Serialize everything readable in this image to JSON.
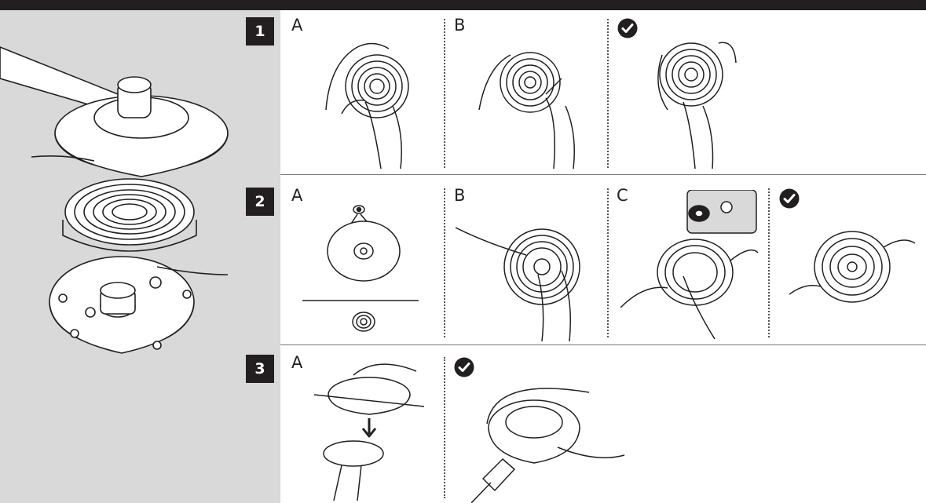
{
  "steps": [
    {
      "number": "1",
      "sub": [
        "A",
        "B"
      ]
    },
    {
      "number": "2",
      "sub": [
        "A",
        "B",
        "C"
      ]
    },
    {
      "number": "3",
      "sub": [
        "A"
      ]
    }
  ],
  "icons": {
    "done": "checkmark-circle-icon",
    "inspect": "eye-icon"
  },
  "colors": {
    "ink": "#231f20",
    "panel": "#d9d9d9"
  }
}
